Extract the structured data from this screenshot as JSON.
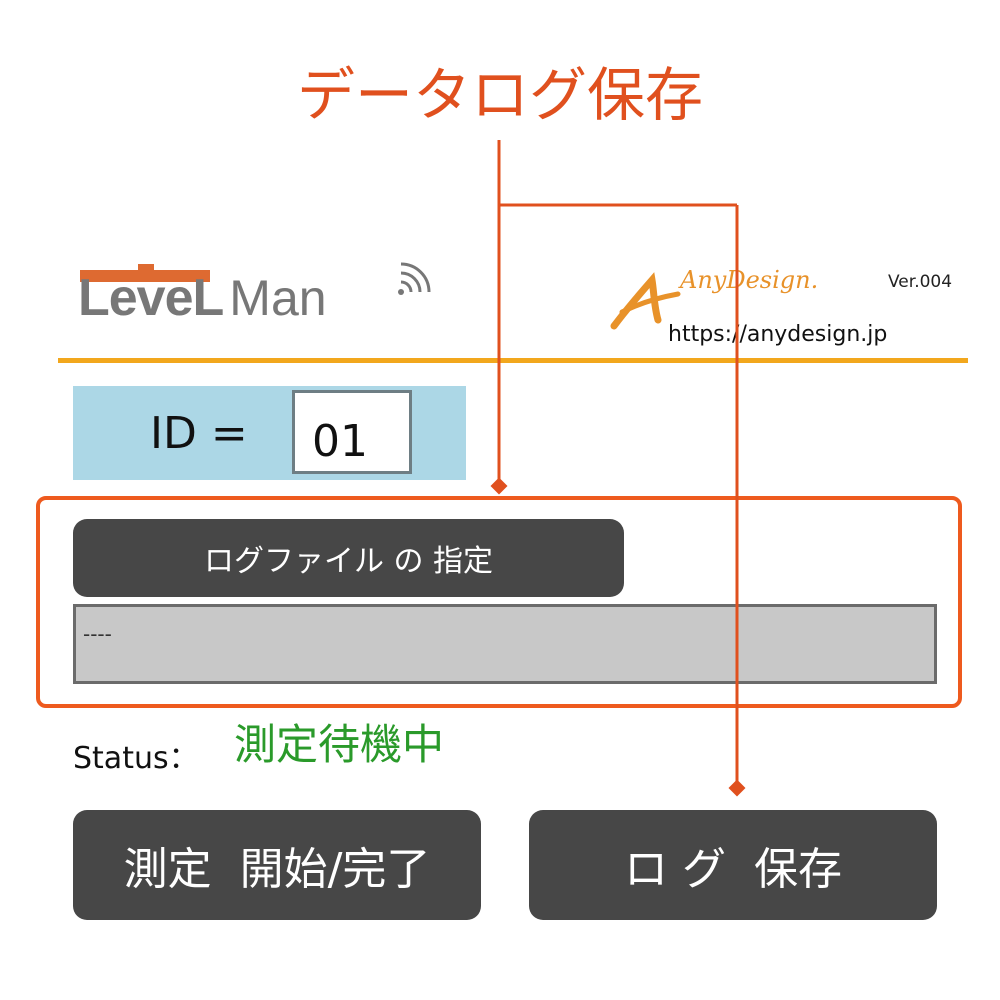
{
  "annotation": {
    "title": "データログ保存"
  },
  "header": {
    "app_name_bold": "LeveL",
    "app_name_light": "Man",
    "brand": "AnyDesign.",
    "version": "Ver.004",
    "url": "https://anydesign.jp"
  },
  "id": {
    "label": "ID =",
    "value": "01"
  },
  "log": {
    "file_button_label": "ログファイル の 指定",
    "path_value": "----"
  },
  "status": {
    "label": "Status：",
    "value": "測定待機中"
  },
  "buttons": {
    "measure_label": "測定  開始/完了",
    "save_log_label": "ロ グ  保存"
  },
  "colors": {
    "accent": "#e0501e",
    "header_line": "#f2a71d",
    "button": "#474747",
    "status_ok": "#2a9a2a",
    "id_panel": "#acd7e6"
  },
  "icons": {
    "wifi": "wifi-signal-icon",
    "brand": "brush-logo"
  }
}
